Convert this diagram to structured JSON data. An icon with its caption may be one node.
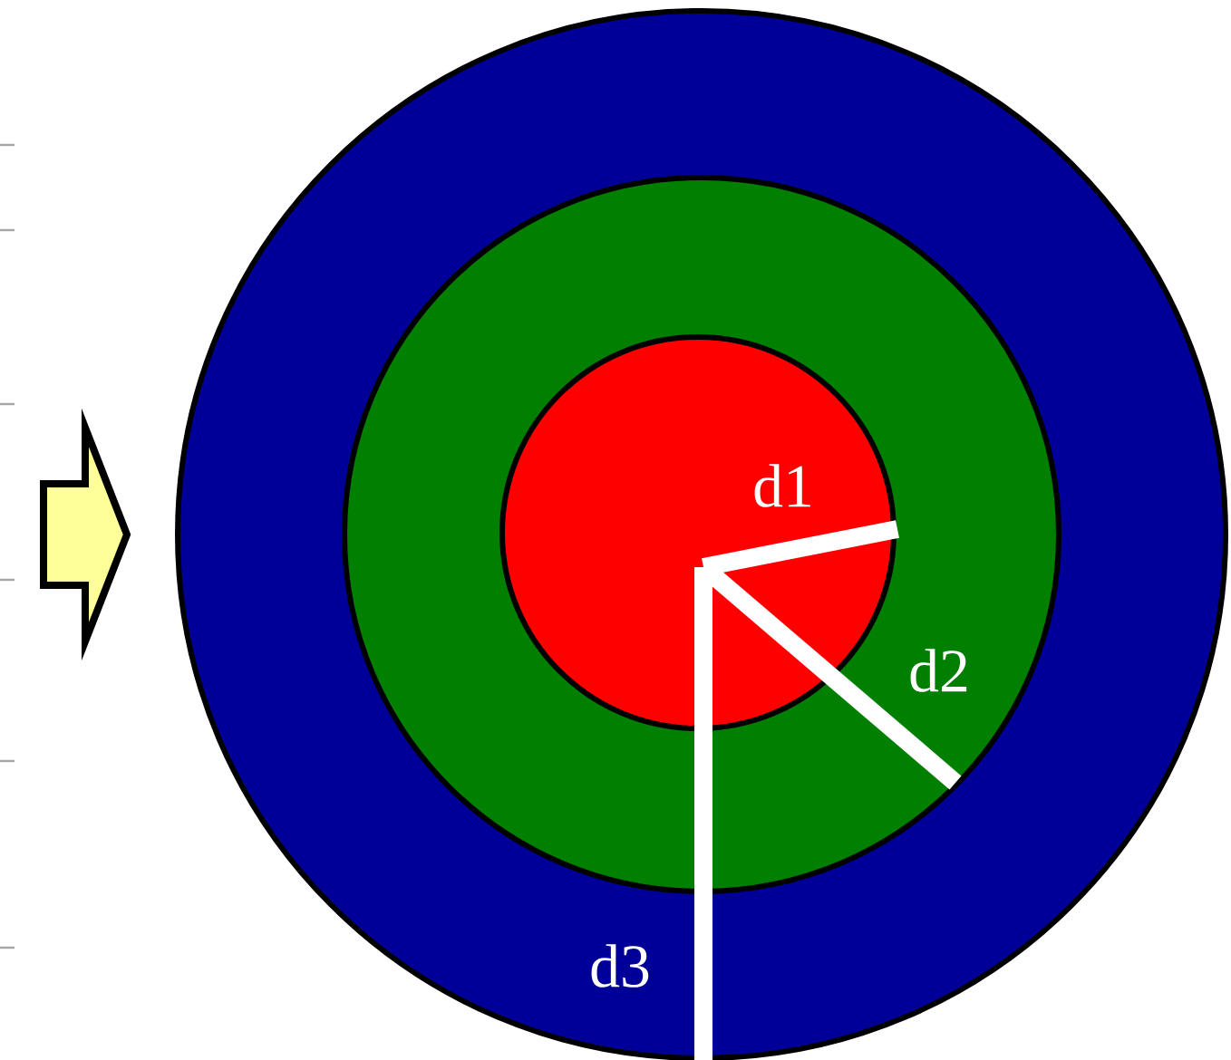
{
  "diagram": {
    "nodes": [
      {
        "text": [],
        "shape": "circle"
      },
      {
        "text": [],
        "shape": "circle",
        "in": 0
      },
      {
        "text": [],
        "shape": "circle",
        "in": 1
      }
    ],
    "labels": [
      "d1",
      "d2",
      "d3"
    ]
  }
}
